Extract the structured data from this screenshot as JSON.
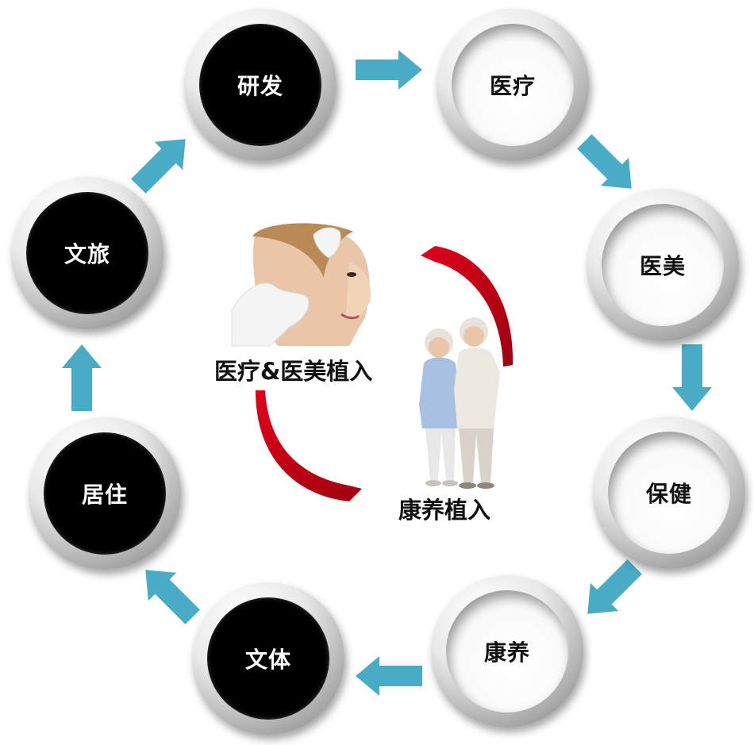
{
  "nodes": [
    {
      "id": "yanfa",
      "label": "研发",
      "style": "dark"
    },
    {
      "id": "yiliao",
      "label": "医疗",
      "style": "light"
    },
    {
      "id": "yimei",
      "label": "医美",
      "style": "light"
    },
    {
      "id": "baojian",
      "label": "保健",
      "style": "light"
    },
    {
      "id": "kangyang",
      "label": "康养",
      "style": "light"
    },
    {
      "id": "wenti",
      "label": "文体",
      "style": "dark"
    },
    {
      "id": "juzhu",
      "label": "居住",
      "style": "dark"
    },
    {
      "id": "wenlv",
      "label": "文旅",
      "style": "dark"
    }
  ],
  "center": {
    "medical_label": "医疗&医美植入",
    "wellness_label": "康养植入"
  },
  "colors": {
    "arrow": "#4aabc6",
    "cycle_arrow": "#c0000f",
    "dark_node": "#000000",
    "light_node": "#ffffff"
  }
}
